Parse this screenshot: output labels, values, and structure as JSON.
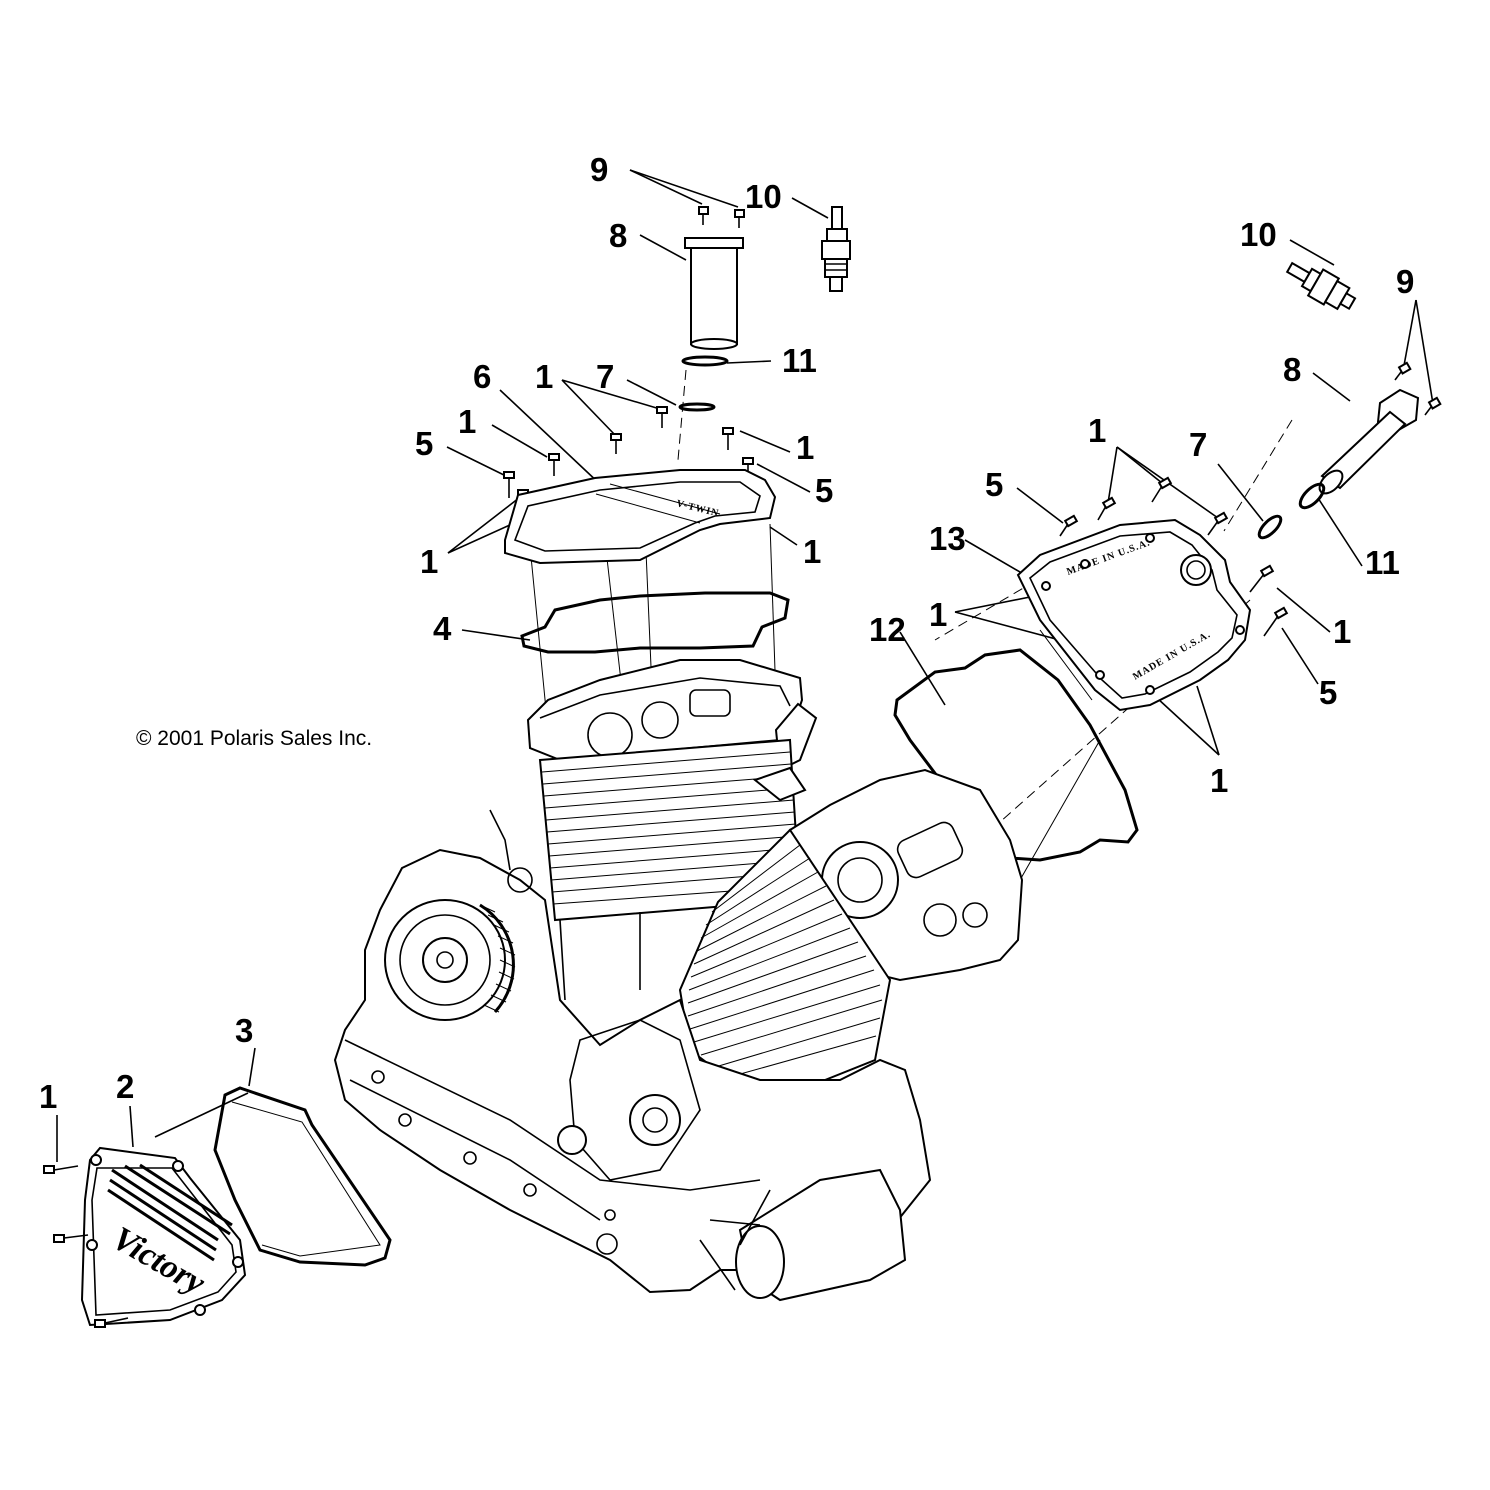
{
  "copyright": "© 2001 Polaris Sales Inc.",
  "stamp_text": "MADE IN U.S.A.",
  "logo_text": "Victory",
  "callouts": [
    "1",
    "2",
    "3",
    "4",
    "5",
    "6",
    "7",
    "8",
    "9",
    "10",
    "11",
    "12",
    "13"
  ]
}
